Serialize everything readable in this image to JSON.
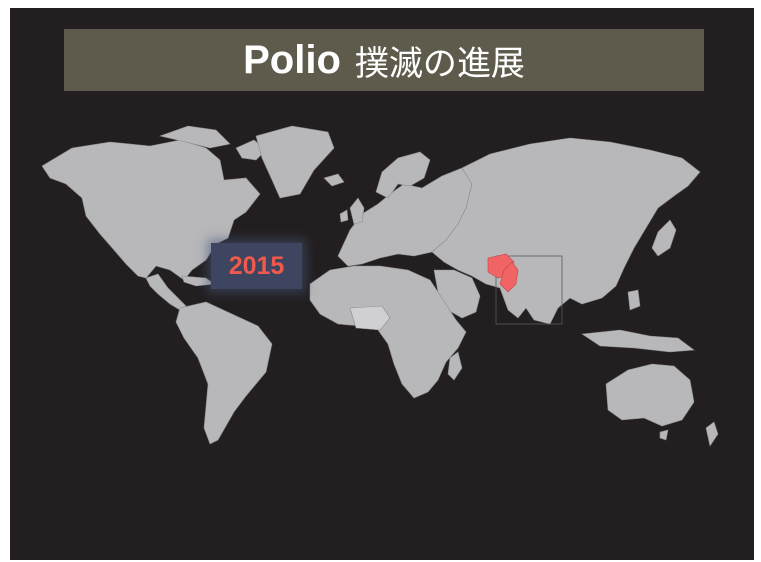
{
  "title": {
    "latin": "Polio",
    "japanese": "撲滅の進展"
  },
  "year": "2015",
  "colors": {
    "background": "#231f20",
    "title_bar": "#5e5b4c",
    "land": "#b8b8ba",
    "endemic": "#f06466",
    "year_text": "#ef5a4c",
    "year_badge": "#3d4560"
  },
  "endemic_countries": [
    "Afghanistan",
    "Pakistan"
  ]
}
